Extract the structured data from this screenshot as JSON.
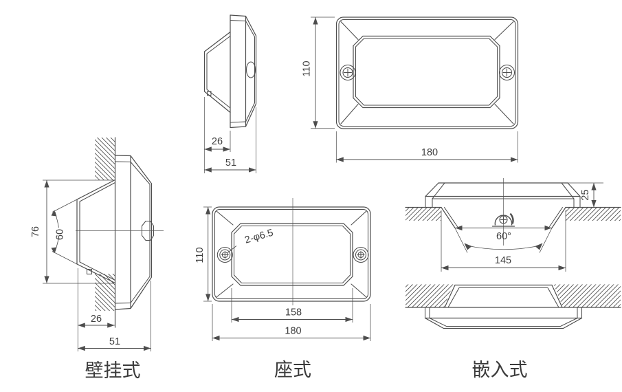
{
  "drawing": {
    "views": {
      "side": {
        "front_depth": "26",
        "total_depth": "51"
      },
      "front": {
        "height": "110",
        "width": "180"
      },
      "wall": {
        "label": "壁挂式",
        "lens_height": "76",
        "beam_angle": "60",
        "front_depth": "26",
        "total_depth": "51"
      },
      "seat": {
        "label": "座式",
        "height": "110",
        "holes": "2-φ6.5",
        "hole_span": "158",
        "width": "180"
      },
      "recessed": {
        "label": "嵌入式",
        "protrusion": "25",
        "beam_angle": "60°",
        "opening": "145"
      }
    },
    "colors": {
      "line": "#4d4d4d",
      "text": "#3e3e3e",
      "background": "#ffffff"
    }
  }
}
